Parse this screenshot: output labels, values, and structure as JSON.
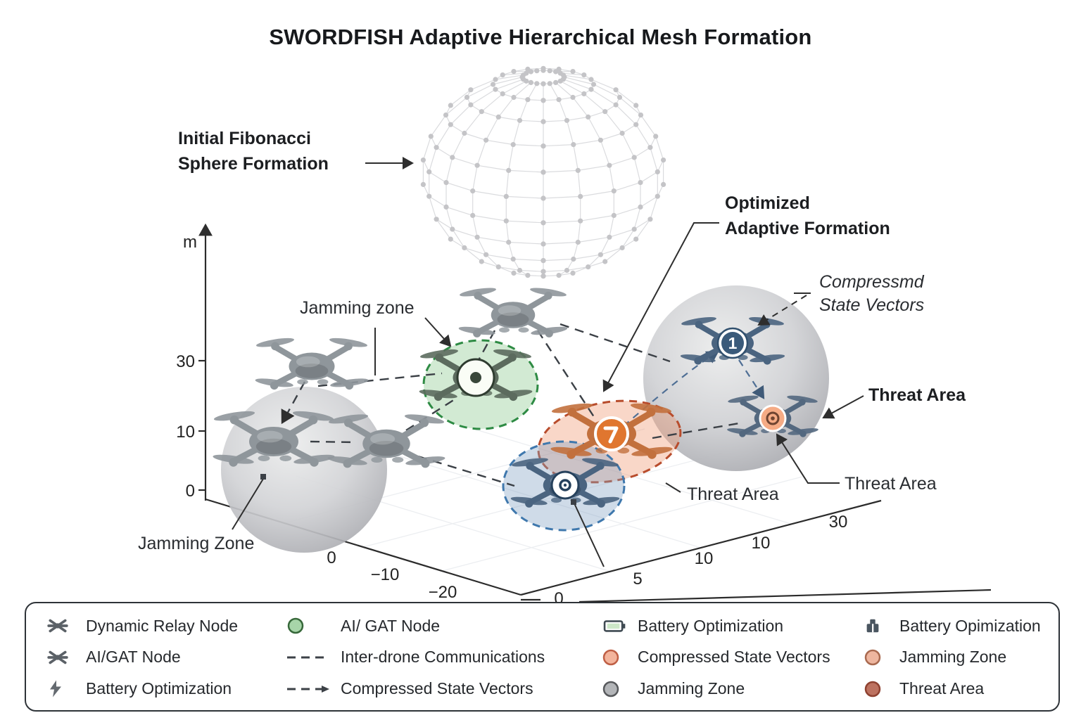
{
  "title": "SWORDFISH Adaptive Hierarchical Mesh Formation",
  "labels": {
    "fibonacci_line1": "Initial Fibonacci",
    "fibonacci_line2": "Sphere Formation",
    "optimized_line1": "Optimized",
    "optimized_line2": "Adaptive Formation",
    "compressed_line1": "Compressmd",
    "compressed_line2": "State Vectors",
    "threat_area_right": "Threat Area",
    "threat_area_mid": "Threat Area",
    "threat_area_center": "Threat Area",
    "jamming_zone_upper": "Jamming zone",
    "jamming_zone_lower": "Jamming Zone"
  },
  "axes": {
    "y_unit": "m",
    "y_ticks": [
      "30",
      "10",
      "0"
    ],
    "x_ticks": [
      "0",
      "−10",
      "−20"
    ],
    "z_ticks": [
      "0",
      "5",
      "10",
      "10",
      "30"
    ]
  },
  "drone_badges": {
    "relay_leader": "1"
  },
  "legend": {
    "columns": [
      {
        "items": [
          {
            "icon": "drone-rotor-icon",
            "label": "Dynamic Relay Node"
          },
          {
            "icon": "drone-rotor-icon",
            "label": "AI/GAT Node"
          },
          {
            "icon": "lightning-icon",
            "label": "Battery Optimization"
          }
        ]
      },
      {
        "items": [
          {
            "icon": "green-circle-icon",
            "label": "AI/ GAT Node"
          },
          {
            "icon": "dashed-line-icon",
            "label": "Inter-drone Communications"
          },
          {
            "icon": "dashed-arrow-icon",
            "label": "Compressed State Vectors"
          }
        ]
      },
      {
        "items": [
          {
            "icon": "battery-icon",
            "label": "Battery Optimization"
          },
          {
            "icon": "salmon-ring-icon",
            "label": "Compressed State Vectors"
          },
          {
            "icon": "gray-circle-icon",
            "label": "Jamming Zone"
          }
        ]
      },
      {
        "items": [
          {
            "icon": "dark-battery-icon",
            "label": "Battery Opimization"
          },
          {
            "icon": "salmon-circle-icon",
            "label": "Jamming Zone"
          },
          {
            "icon": "red-circle-icon",
            "label": "Threat Area"
          }
        ]
      }
    ]
  },
  "colors": {
    "ai_gat_zone_fill": "#a5d6a7",
    "ai_gat_zone_stroke": "#2e8b44",
    "threat_zone_fill": "#f0966e",
    "threat_zone_stroke": "#b84c2c",
    "relay_zone_fill": "#82a0c3",
    "relay_zone_stroke": "#3f78ad",
    "jamming_sphere": "#bcbdc1",
    "gray_drone": "#8f969b",
    "blue_drone": "#4a6480",
    "orange_drone": "#c2703d",
    "threat_area_legend": "#bd7260"
  }
}
